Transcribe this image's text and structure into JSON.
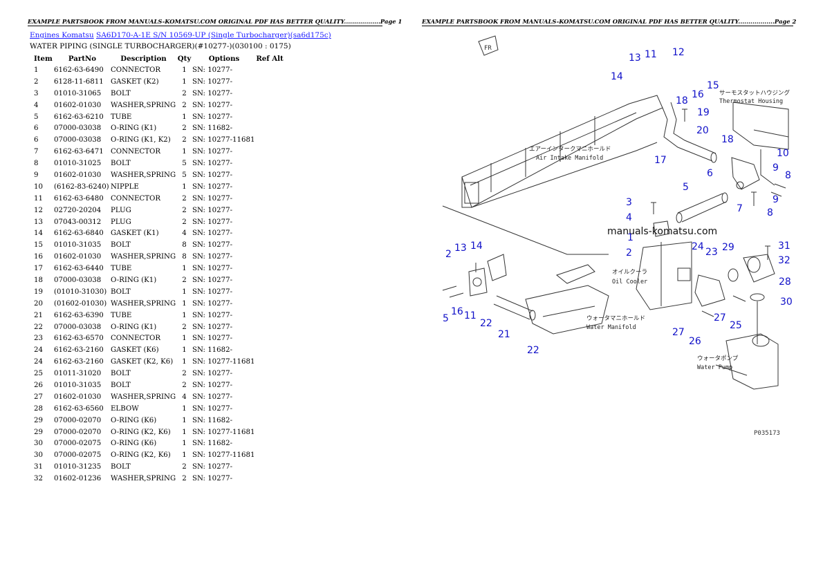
{
  "header": {
    "page1": "EXAMPLE PARTSBOOK FROM MANUALS-KOMATSU.COM ORIGINAL PDF HAS BETTER QUALITY..................Page 1",
    "page2": "EXAMPLE PARTSBOOK FROM MANUALS-KOMATSU.COM ORIGINAL PDF HAS BETTER QUALITY..................Page 2"
  },
  "breadcrumb": {
    "link1": "Engines Komatsu",
    "link2": "SA6D170-A-1E S/N 10569-UP (Single Turbocharger)(sa6d175c)"
  },
  "section_title": "WATER PIPING (SINGLE TURBOCHARGER)(#10277-)(030100 : 0175)",
  "table": {
    "headers": [
      "Item",
      "PartNo",
      "Description",
      "Qty",
      "Options",
      "Ref Alt"
    ],
    "rows": [
      [
        "1",
        "6162-63-6490",
        "CONNECTOR",
        "1",
        "SN: 10277-"
      ],
      [
        "2",
        "6128-11-6811",
        "GASKET (K2)",
        "1",
        "SN: 10277-"
      ],
      [
        "3",
        "01010-31065",
        "BOLT",
        "2",
        "SN: 10277-"
      ],
      [
        "4",
        "01602-01030",
        "WASHER,SPRING",
        "2",
        "SN: 10277-"
      ],
      [
        "5",
        "6162-63-6210",
        "TUBE",
        "1",
        "SN: 10277-"
      ],
      [
        "6",
        "07000-03038",
        "O-RING (K1)",
        "2",
        "SN: 11682-"
      ],
      [
        "6",
        "07000-03038",
        "O-RING (K1, K2)",
        "2",
        "SN: 10277-11681"
      ],
      [
        "7",
        "6162-63-6471",
        "CONNECTOR",
        "1",
        "SN: 10277-"
      ],
      [
        "8",
        "01010-31025",
        "BOLT",
        "5",
        "SN: 10277-"
      ],
      [
        "9",
        "01602-01030",
        "WASHER,SPRING",
        "5",
        "SN: 10277-"
      ],
      [
        "10",
        "(6162-83-6240)",
        "NIPPLE",
        "1",
        "SN: 10277-"
      ],
      [
        "11",
        "6162-63-6480",
        "CONNECTOR",
        "2",
        "SN: 10277-"
      ],
      [
        "12",
        "02720-20204",
        "PLUG",
        "2",
        "SN: 10277-"
      ],
      [
        "13",
        "07043-00312",
        "PLUG",
        "2",
        "SN: 10277-"
      ],
      [
        "14",
        "6162-63-6840",
        "GASKET (K1)",
        "4",
        "SN: 10277-"
      ],
      [
        "15",
        "01010-31035",
        "BOLT",
        "8",
        "SN: 10277-"
      ],
      [
        "16",
        "01602-01030",
        "WASHER,SPRING",
        "8",
        "SN: 10277-"
      ],
      [
        "17",
        "6162-63-6440",
        "TUBE",
        "1",
        "SN: 10277-"
      ],
      [
        "18",
        "07000-03038",
        "O-RING (K1)",
        "2",
        "SN: 10277-"
      ],
      [
        "19",
        "(01010-31030)",
        "BOLT",
        "1",
        "SN: 10277-"
      ],
      [
        "20",
        "(01602-01030)",
        "WASHER,SPRING",
        "1",
        "SN: 10277-"
      ],
      [
        "21",
        "6162-63-6390",
        "TUBE",
        "1",
        "SN: 10277-"
      ],
      [
        "22",
        "07000-03038",
        "O-RING (K1)",
        "2",
        "SN: 10277-"
      ],
      [
        "23",
        "6162-63-6570",
        "CONNECTOR",
        "1",
        "SN: 10277-"
      ],
      [
        "24",
        "6162-63-2160",
        "GASKET (K6)",
        "1",
        "SN: 11682-"
      ],
      [
        "24",
        "6162-63-2160",
        "GASKET (K2, K6)",
        "1",
        "SN: 10277-11681"
      ],
      [
        "25",
        "01011-31020",
        "BOLT",
        "2",
        "SN: 10277-"
      ],
      [
        "26",
        "01010-31035",
        "BOLT",
        "2",
        "SN: 10277-"
      ],
      [
        "27",
        "01602-01030",
        "WASHER,SPRING",
        "4",
        "SN: 10277-"
      ],
      [
        "28",
        "6162-63-6560",
        "ELBOW",
        "1",
        "SN: 10277-"
      ],
      [
        "29",
        "07000-02070",
        "O-RING (K6)",
        "1",
        "SN: 11682-"
      ],
      [
        "29",
        "07000-02070",
        "O-RING (K2, K6)",
        "1",
        "SN: 10277-11681"
      ],
      [
        "30",
        "07000-02075",
        "O-RING (K6)",
        "1",
        "SN: 11682-"
      ],
      [
        "30",
        "07000-02075",
        "O-RING (K2, K6)",
        "1",
        "SN: 10277-11681"
      ],
      [
        "31",
        "01010-31235",
        "BOLT",
        "2",
        "SN: 10277-"
      ],
      [
        "32",
        "01602-01236",
        "WASHER,SPRING",
        "2",
        "SN: 10277-"
      ]
    ]
  },
  "diagram": {
    "callouts": [
      "1",
      "2",
      "3",
      "4",
      "5",
      "6",
      "7",
      "8",
      "9",
      "10",
      "11",
      "12",
      "13",
      "14",
      "15",
      "16",
      "17",
      "18",
      "19",
      "20",
      "21",
      "22",
      "23",
      "24",
      "25",
      "26",
      "27",
      "28",
      "29",
      "30",
      "31",
      "32"
    ],
    "annotations": {
      "thermostat_jp": "サーモスタットハウジング",
      "thermostat_en": "Thermostat Housing",
      "air_intake_jp": "エアーインタークマニホールド",
      "air_intake_en": "Air Intake Manifold",
      "oil_cooler_jp": "オイルクーラ",
      "oil_cooler_en": "Oil Cooler",
      "water_manifold_jp": "ウォータマニホールド",
      "water_manifold_en": "Water Manifold",
      "water_pump_jp": "ウォータポンプ",
      "water_pump_en": "Water Pump",
      "fr_mark": "FR"
    },
    "watermark": "manuals-komatsu.com",
    "figure_ref": "P035173",
    "label_color": "#1010c8"
  }
}
